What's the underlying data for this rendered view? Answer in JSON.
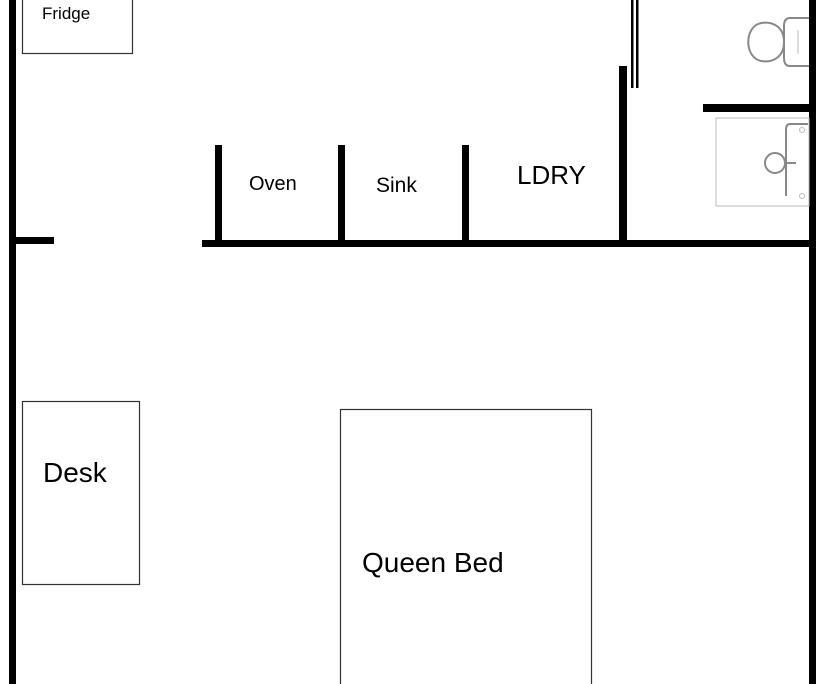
{
  "rooms": {
    "fridge": "Fridge",
    "oven": "Oven",
    "sink": "Sink",
    "laundry": "LDRY",
    "desk": "Desk",
    "bed": "Queen Bed"
  },
  "icons": {
    "toilet": "toilet-icon",
    "bathroom_sink": "bathroom-sink-icon"
  }
}
